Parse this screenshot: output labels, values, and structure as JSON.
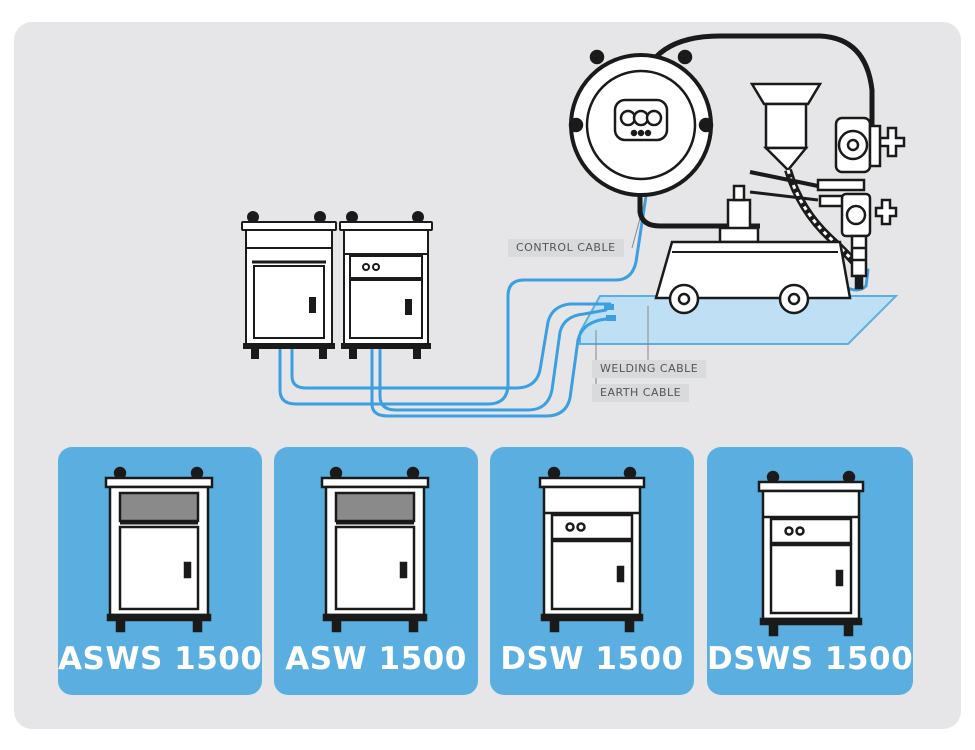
{
  "callouts": {
    "control_cable": "CONTROL CABLE",
    "welding_cable": "WELDING CABLE",
    "earth_cable": "EARTH CABLE"
  },
  "models": [
    {
      "label": "ASWS 1500",
      "top_panel": "dark"
    },
    {
      "label": "ASW 1500",
      "top_panel": "dark"
    },
    {
      "label": "DSW 1500",
      "top_panel": "gauges"
    },
    {
      "label": "DSWS 1500",
      "top_panel": "gauges"
    }
  ],
  "colors": {
    "panel_bg": "#e6e6e8",
    "card_bg": "#5aafe0",
    "cable_blue": "#3c9fe0",
    "line_black": "#1a1a1a",
    "workpiece": "#bfe0f4"
  }
}
